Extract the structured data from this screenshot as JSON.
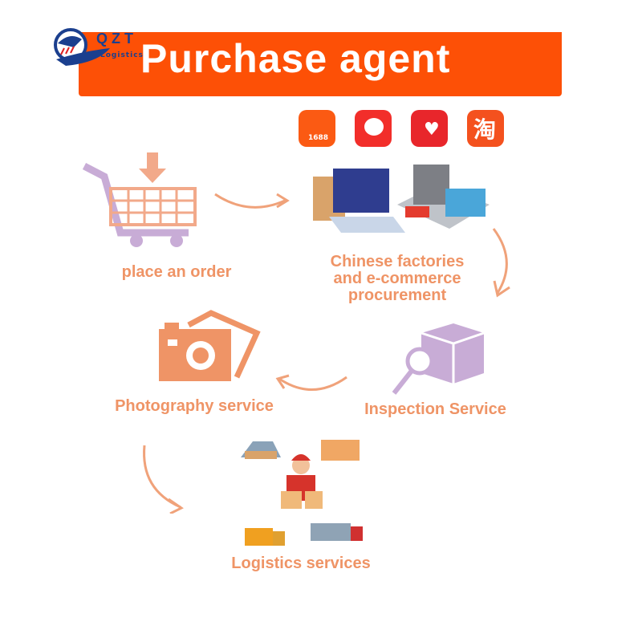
{
  "header": {
    "title": "Purchase agent",
    "logo_name": "QZT",
    "logo_sub": "Logistics"
  },
  "apps": [
    {
      "name": "1688-app-icon",
      "text": "1688",
      "color": "#fb5a13"
    },
    {
      "name": "jd-app-icon",
      "color": "#f22e2a"
    },
    {
      "name": "pinduoduo-app-icon",
      "color": "#e8262b"
    },
    {
      "name": "taobao-app-icon",
      "text": "淘",
      "color": "#f4511e"
    }
  ],
  "steps": {
    "order": "place an order",
    "factories": "Chinese factories\nand e-commerce\nprocurement",
    "inspection": "Inspection Service",
    "photo": "Photography service",
    "logistics": "Logistics services"
  },
  "colors": {
    "banner": "#fd5006",
    "label": "#ef9466",
    "cart": "#c8acd6"
  }
}
